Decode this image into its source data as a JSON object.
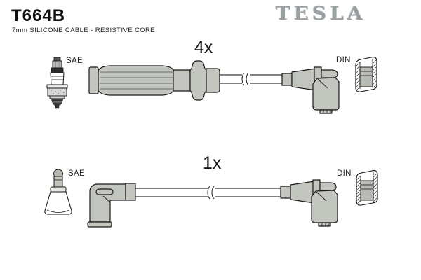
{
  "header": {
    "part_number": "T664B",
    "subtitle": "7mm SILICONE CABLE - RESISTIVE CORE",
    "brand": "TESLA"
  },
  "rows": [
    {
      "quantity": "4x",
      "left_label": "SAE",
      "right_label": "DIN",
      "left_icon": "spark-plug",
      "right_icon": "din-socket-cross-section",
      "boot_type": "straight ribbed spark-plug boot with cable and angled DIN boot"
    },
    {
      "quantity": "1x",
      "left_label": "SAE",
      "right_label": "DIN",
      "left_icon": "cone-terminal",
      "right_icon": "din-socket-cross-section",
      "boot_type": "elbow coil boot with cable and angled DIN boot"
    }
  ],
  "colors": {
    "boot_gray": "#c2c6be",
    "logo_gray": "#9aa0a2",
    "outline": "#1b1b1b",
    "background": "#ffffff"
  }
}
